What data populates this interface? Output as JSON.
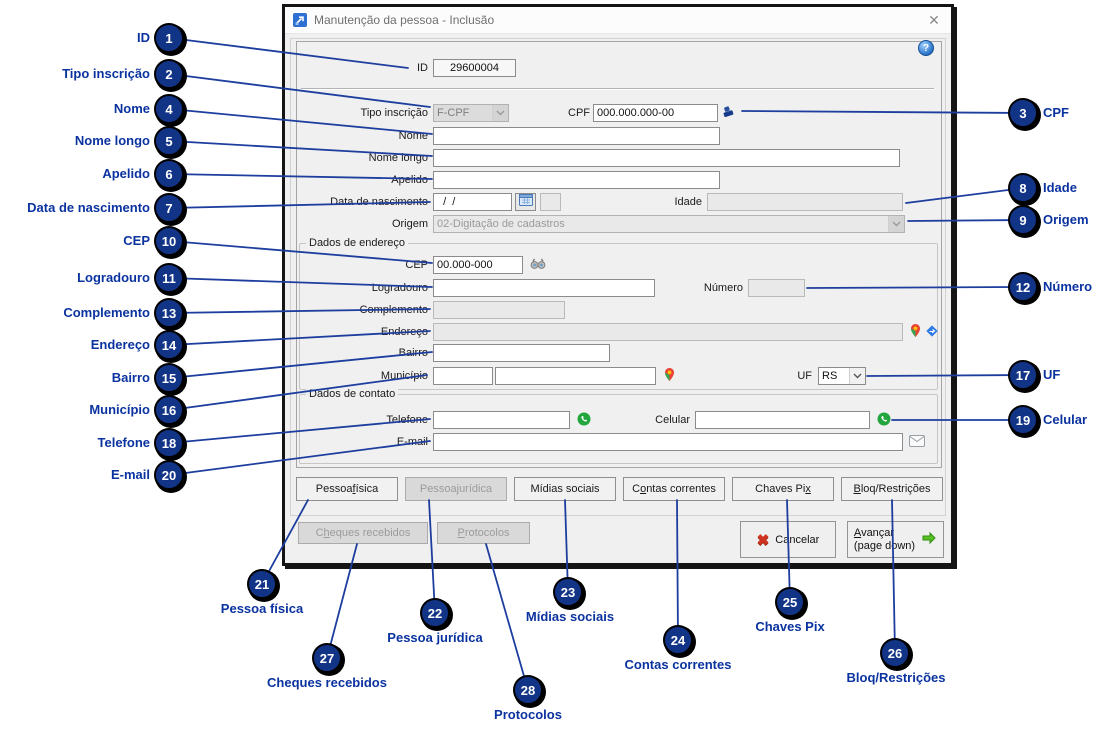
{
  "window": {
    "title": "Manutenção da pessoa - Inclusão",
    "close_glyph": "✕",
    "help_glyph": "?"
  },
  "form": {
    "id": {
      "label": "ID",
      "value": "29600004"
    },
    "tipo_inscricao": {
      "label": "Tipo inscrição",
      "value": "F-CPF"
    },
    "cpf": {
      "label": "CPF",
      "value": "000.000.000-00"
    },
    "nome": {
      "label": "Nome",
      "value": ""
    },
    "nome_longo": {
      "label": "Nome longo",
      "value": ""
    },
    "apelido": {
      "label": "Apelido",
      "value": ""
    },
    "data_nascimento": {
      "label": "Data de nascimento",
      "value": "  /  /"
    },
    "idade": {
      "label": "Idade",
      "value": ""
    },
    "origem": {
      "label": "Origem",
      "value": "02-Digitação de cadastros"
    },
    "grupo_endereco": "Dados de endereço",
    "cep": {
      "label": "CEP",
      "value": "00.000-000"
    },
    "logradouro": {
      "label": "Logradouro",
      "value": ""
    },
    "numero": {
      "label": "Número",
      "value": ""
    },
    "complemento": {
      "label": "Complemento",
      "value": ""
    },
    "endereco": {
      "label": "Endereço",
      "value": ""
    },
    "bairro": {
      "label": "Bairro",
      "value": ""
    },
    "municipio": {
      "label": "Município",
      "value_code": "",
      "value_name": ""
    },
    "uf": {
      "label": "UF",
      "value": "RS"
    },
    "grupo_contato": "Dados de contato",
    "telefone": {
      "label": "Telefone",
      "value": ""
    },
    "celular": {
      "label": "Celular",
      "value": ""
    },
    "email": {
      "label": "E-mail",
      "value": ""
    }
  },
  "tabs": [
    {
      "label": "Pessoa física",
      "accel": 7
    },
    {
      "label": "Pessoa jurídica",
      "accel": 7
    },
    {
      "label": "Mídias sociais",
      "accel": -1
    },
    {
      "label": "Contas correntes",
      "accel": 1
    },
    {
      "label": "Chaves Pix",
      "accel": 9
    },
    {
      "label": "Bloq/Restrições",
      "accel": 0
    }
  ],
  "secondary_tabs": [
    {
      "label": "Cheques recebidos",
      "accel": 1
    },
    {
      "label": "Protocolos",
      "accel": 0
    }
  ],
  "actions": {
    "cancel": {
      "label": "Cancelar",
      "accel": -1
    },
    "advance": {
      "label": "Avançar",
      "accel": 0,
      "sub": "(page down)"
    }
  },
  "annotations": {
    "left": [
      {
        "n": "1",
        "label": "ID"
      },
      {
        "n": "2",
        "label": "Tipo inscrição"
      },
      {
        "n": "4",
        "label": "Nome"
      },
      {
        "n": "5",
        "label": "Nome longo"
      },
      {
        "n": "6",
        "label": "Apelido"
      },
      {
        "n": "7",
        "label": "Data de nascimento"
      },
      {
        "n": "10",
        "label": "CEP"
      },
      {
        "n": "11",
        "label": "Logradouro"
      },
      {
        "n": "13",
        "label": "Complemento"
      },
      {
        "n": "14",
        "label": "Endereço"
      },
      {
        "n": "15",
        "label": "Bairro"
      },
      {
        "n": "16",
        "label": "Município"
      },
      {
        "n": "18",
        "label": "Telefone"
      },
      {
        "n": "20",
        "label": "E-mail"
      }
    ],
    "right": [
      {
        "n": "3",
        "label": "CPF"
      },
      {
        "n": "8",
        "label": "Idade"
      },
      {
        "n": "9",
        "label": "Origem"
      },
      {
        "n": "12",
        "label": "Número"
      },
      {
        "n": "17",
        "label": "UF"
      },
      {
        "n": "19",
        "label": "Celular"
      }
    ],
    "bottom": [
      {
        "n": "21",
        "label": "Pessoa física"
      },
      {
        "n": "27",
        "label": "Cheques recebidos"
      },
      {
        "n": "22",
        "label": "Pessoa jurídica"
      },
      {
        "n": "28",
        "label": "Protocolos"
      },
      {
        "n": "23",
        "label": "Mídias sociais"
      },
      {
        "n": "24",
        "label": "Contas correntes"
      },
      {
        "n": "25",
        "label": "Chaves Pix"
      },
      {
        "n": "26",
        "label": "Bloq/Restrições"
      }
    ]
  }
}
